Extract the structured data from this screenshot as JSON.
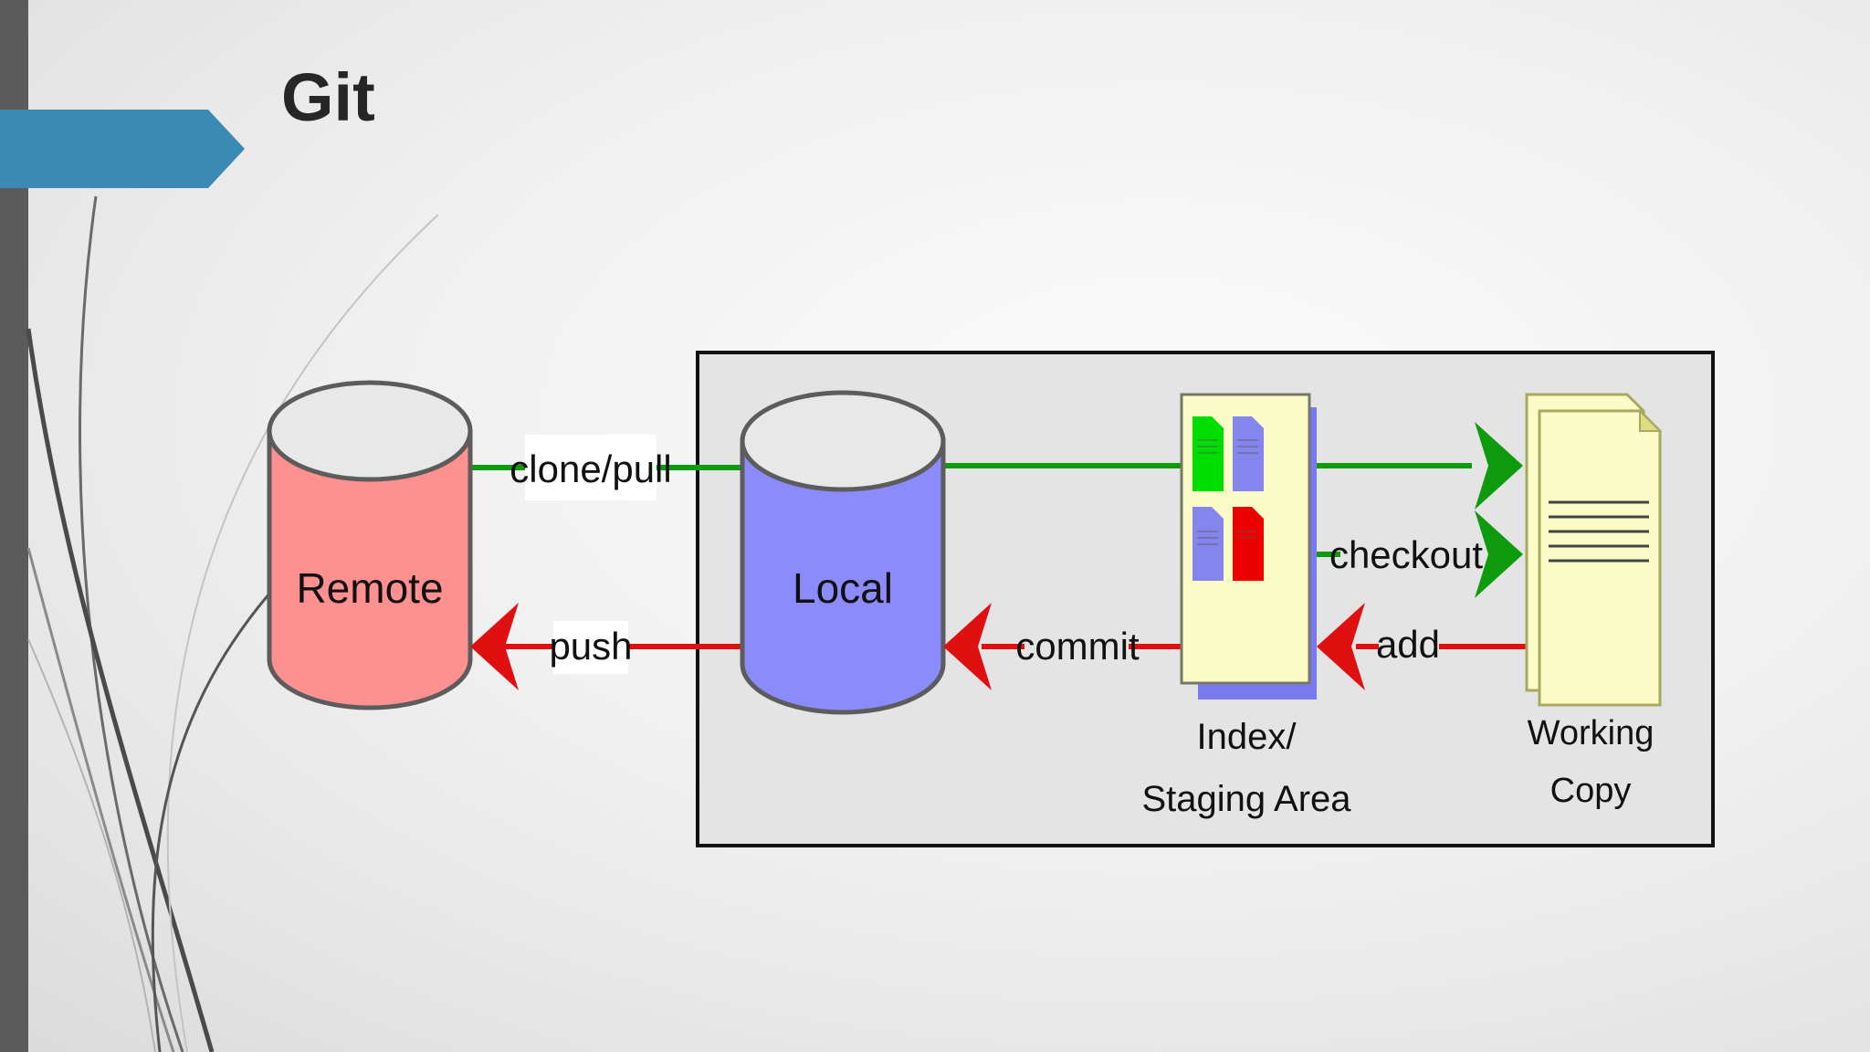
{
  "slide": {
    "title": "Git"
  },
  "diagram": {
    "nodes": {
      "remote": "Remote",
      "local": "Local",
      "index_line1": "Index/",
      "index_line2": "Staging Area",
      "working_line1": "Working",
      "working_line2": "Copy"
    },
    "edges": {
      "clone_pull": "clone/pull",
      "push": "push",
      "commit": "commit",
      "checkout": "checkout",
      "add": "add"
    }
  },
  "colors": {
    "accent_tab": "#3b8ab3",
    "remote_fill": "#ff9090",
    "local_fill": "#8b8bfb",
    "forward_arrow": "#0d9a0d",
    "backward_arrow": "#e01010",
    "document_fill": "#fbfbc8"
  }
}
